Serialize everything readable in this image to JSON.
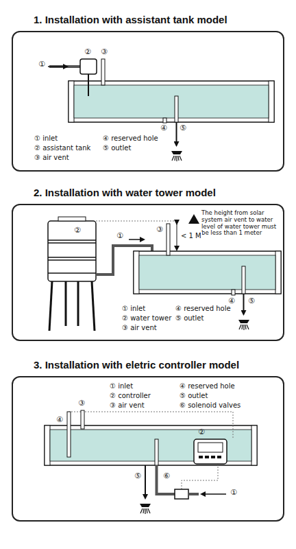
{
  "diagram": {
    "nodes": [
      {
        "text": [
          "1. Installation with assistant tank model"
        ]
      },
      {
        "text": [
          "2. Installation with water tower model"
        ]
      },
      {
        "text": [
          "3. Installation with eletric controller model"
        ]
      }
    ],
    "labels": [
      "①",
      "②",
      "③",
      "④",
      "⑤",
      "① inlet",
      "② assistant tank",
      "③ air vent",
      "④ reserved hole",
      "⑤ outlet",
      "②",
      "①",
      "③",
      "The height from solar system air vent to water level of water tower must be less than 1 meter",
      "< 1 M",
      "④",
      "⑤",
      "① inlet",
      "② water tower",
      "③ air vent",
      "④ reserved hole",
      "⑤ outlet",
      "① inlet",
      "② controller",
      "③ air vent",
      "④ reserved hole",
      "⑤ outlet",
      "⑥ solenoid valves",
      "④",
      "③",
      "②",
      "⑤",
      "⑥",
      "①"
    ]
  }
}
